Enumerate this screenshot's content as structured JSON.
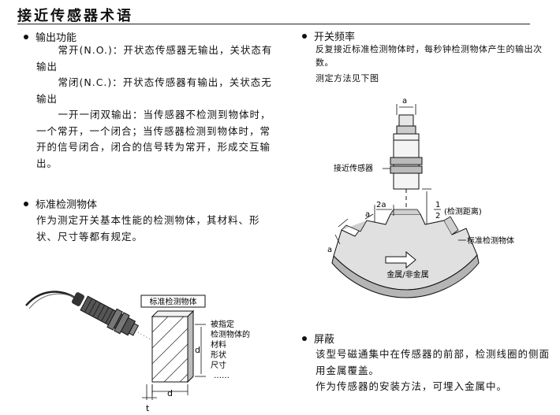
{
  "title": "接近传感器术语",
  "sections": {
    "output": {
      "heading": "输出功能",
      "no": "常开(N.O.)：开状态传感器无输出，关状态有输出",
      "nc": "常闭(N.C.)：开状态传感器有输出，关状态无输出",
      "dual": "一开一闭双输出：当传感器不检测到物体时，一个常开，一个闭合；当传感器检测到物体时，常开的信号闭合，闭合的信号转为常开，形成交互输出。"
    },
    "standard": {
      "heading": "标准检测物体",
      "text": "作为测定开关基本性能的检测物体，其材料、形状、尺寸等都有规定。"
    },
    "frequency": {
      "heading": "开关频率",
      "text": "反复接近标准检测物体时，每秒钟检测物体产生的输出次数。",
      "note": "测定方法见下图"
    },
    "shield": {
      "heading": "屏蔽",
      "line1": "该型号磁通集中在传感器的前部，检测线圈的侧面用金属覆盖。",
      "line2": "作为传感器的安装方法，可埋入金属中。"
    }
  },
  "diagram_left": {
    "box_title": "标准检测物体",
    "note_lines": [
      "被指定",
      "检测物体的",
      "材料",
      "形状",
      "尺寸",
      "……"
    ],
    "dim_d_side": "d",
    "dim_d_bottom": "d",
    "dim_t": "t"
  },
  "diagram_right": {
    "dim_a_top": "a",
    "sensor_label": "接近传感器",
    "dim_2a": "2a",
    "dim_a_mid": "a",
    "dim_a_left": "a",
    "frac_num": "1",
    "frac_den": "2",
    "distance_label": "(检测距离)",
    "object_label": "标准检测物体",
    "disc_label": "金属/非金属"
  }
}
